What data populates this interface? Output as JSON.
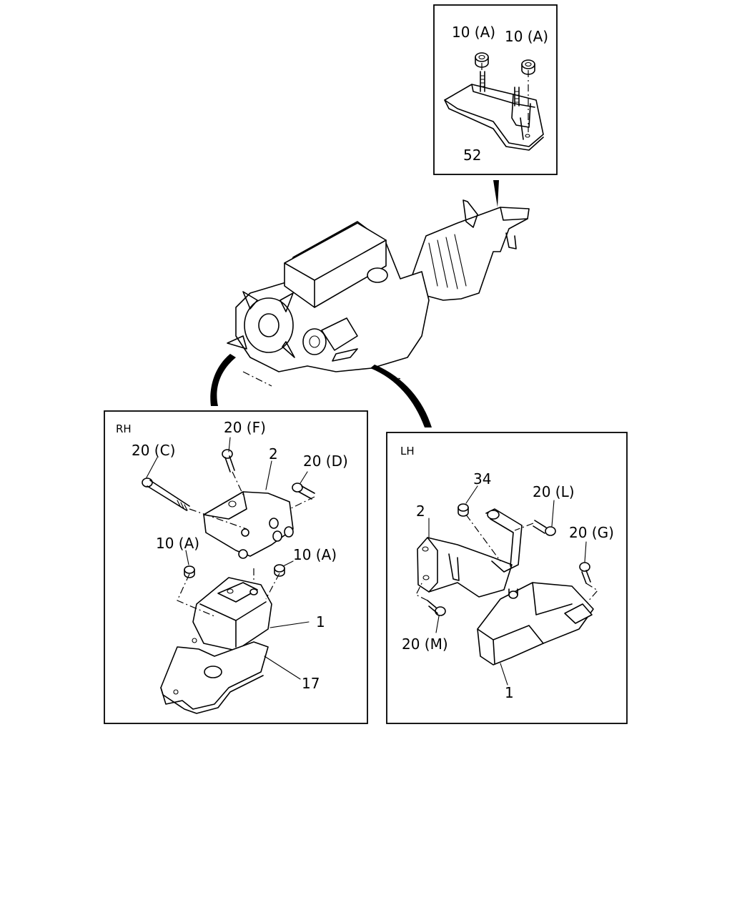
{
  "top_box": {
    "labels": [
      "10 (A)",
      "10 (A)",
      "52"
    ]
  },
  "rh_box": {
    "title": "RH",
    "labels": [
      "20 (F)",
      "20 (C)",
      "2",
      "20 (D)",
      "10 (A)",
      "10 (A)",
      "1",
      "17"
    ]
  },
  "lh_box": {
    "title": "LH",
    "labels": [
      "34",
      "20 (L)",
      "2",
      "20 (G)",
      "20 (M)",
      "1"
    ]
  }
}
